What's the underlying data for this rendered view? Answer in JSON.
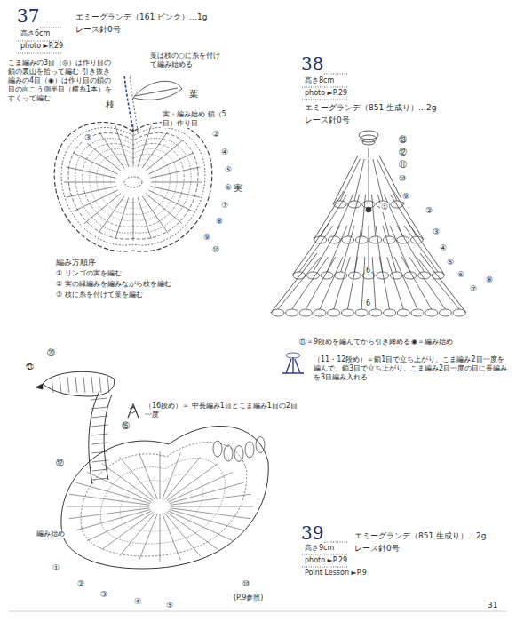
{
  "diagram": {
    "labels": [
      "37",
      "高さ6cm",
      "photo ►P.29",
      "エミーグランデ（161 ピンク）…1g",
      "レース針0号",
      "こま編みの3目（◎）は作り目の鎖の裏山を拾って編む 引き抜き編みの4目（◉）は作り目の鎖の目の向こう側半目（横糸1本）をすくって編む",
      "葉は枝の○に糸を付けて編み始める",
      "枝",
      "葉",
      "実・編み始め 鎖（5目）作り目",
      "実",
      "②",
      "③",
      "④",
      "⑤",
      "⑥",
      "⑦",
      "⑧",
      "⑨",
      "⑩",
      "編み方順序",
      "① リンゴの実を編む",
      "② 実の縁編みを編みながら枝を編む",
      "③ 枝に糸を付けて葉を編む",
      "38",
      "高さ8cm",
      "photo ►P.29",
      "エミーグランデ（851 生成り）…2g",
      "レース針0号",
      "⑬",
      "⑫",
      "⑪",
      "⑩",
      "⑨",
      "①",
      "②",
      "③",
      "④",
      "⑤",
      "⑥",
      "⑦",
      "⑧",
      "6",
      "6",
      "⑪＝9段めを編んでから引き締める",
      "◉＝編み始め",
      "（11・12段め）＝鎖1目で立ち上がり、こま編み2目一度を編んで、鎖3目で立ち上がり、こま編み2目一度の目に長編みを3目編み入れる",
      "（16段め）＝ 中長編み1目とこま編み1目の2目一度",
      "㉑",
      "⑳",
      "⑮",
      "⑫",
      "編み始め",
      "①",
      "②",
      "③",
      "④",
      "⑤",
      "⑩",
      "(P.9参照)",
      "39",
      "高さ9cm",
      "photo ►P.29",
      "Point Lesson ►P.9",
      "エミーグランデ（851 生成り）…2g",
      "レース針0号",
      "31"
    ]
  }
}
